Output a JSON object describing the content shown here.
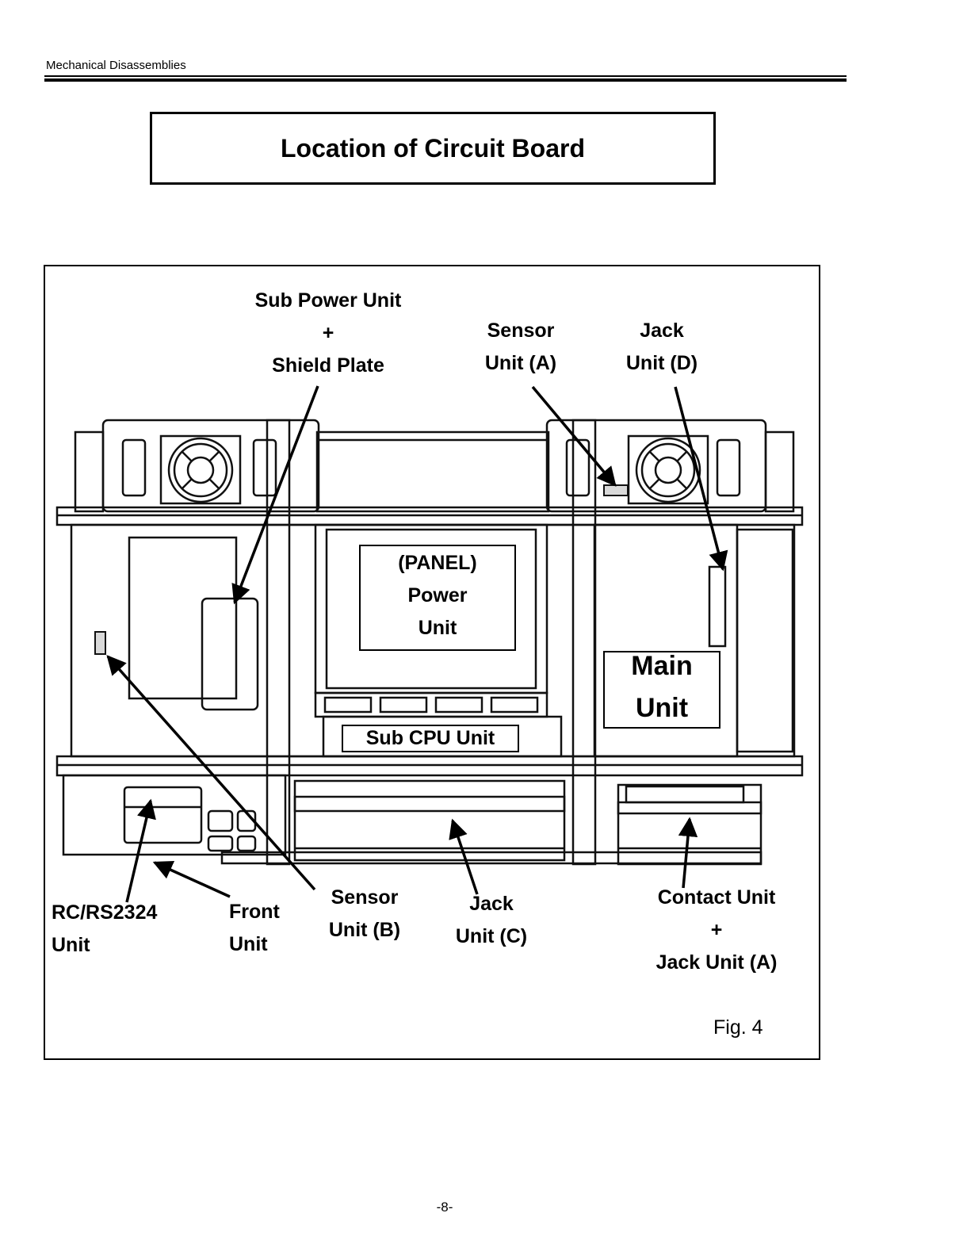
{
  "header": {
    "section": "Mechanical Disassemblies"
  },
  "title": "Location of Circuit Board",
  "figure": {
    "caption": "Fig. 4",
    "callouts": {
      "sub_power": [
        "Sub Power Unit",
        "+",
        "Shield Plate"
      ],
      "sensor_a": [
        "Sensor",
        "Unit (A)"
      ],
      "jack_d": [
        "Jack",
        "Unit (D)"
      ],
      "panel_power": [
        "(PANEL)",
        "Power",
        "Unit"
      ],
      "main_unit": [
        "Main",
        "Unit"
      ],
      "sub_cpu": "Sub CPU Unit",
      "rc_rs": [
        "RC/RS2324",
        "Unit"
      ],
      "front": [
        "Front",
        "Unit"
      ],
      "sensor_b": [
        "Sensor",
        "Unit (B)"
      ],
      "jack_c": [
        "Jack",
        "Unit (C)"
      ],
      "contact": [
        "Contact Unit",
        "+",
        "Jack Unit (A)"
      ]
    }
  },
  "footer": {
    "page": "-8-"
  }
}
